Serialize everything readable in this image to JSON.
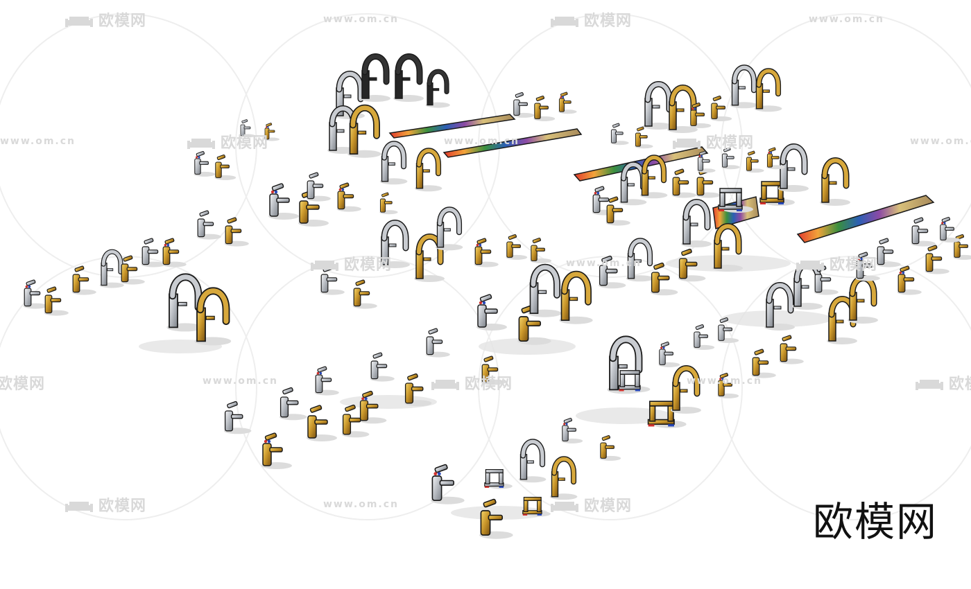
{
  "logo_text": "欧模网",
  "watermarks": {
    "logo": "欧模网",
    "url": "www.om.cn"
  },
  "colors": {
    "background": "#ffffff",
    "watermark": "#d9d9d9",
    "logo": "#111111",
    "chrome": "#c9ccd1",
    "gold": "#c9962a",
    "outline": "#1a1a1a",
    "shadow": "#d6d6d6"
  },
  "icons": [
    "sofa-logo-icon"
  ]
}
